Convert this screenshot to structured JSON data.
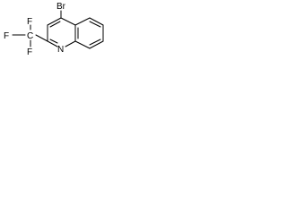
{
  "diagram": {
    "type": "chemical-structure",
    "atom_labels": {
      "bromine": "Br",
      "fluorine_left": "F",
      "fluorine_top": "F",
      "fluorine_bottom": "F",
      "carbon_cf3": "C",
      "nitrogen": "N"
    },
    "colors": {
      "ink": "#000000",
      "background": "#ffffff"
    }
  }
}
